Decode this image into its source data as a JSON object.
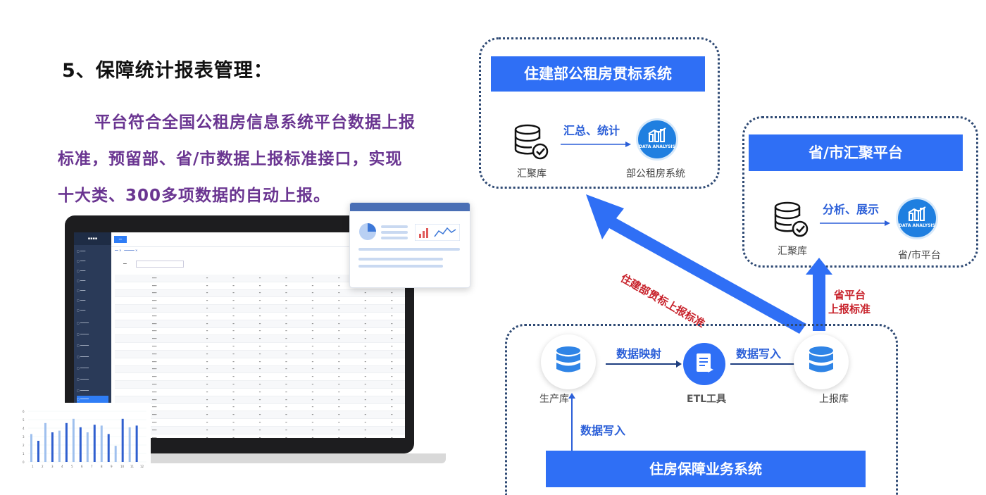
{
  "left": {
    "title": "5、保障统计报表管理：",
    "paragraph_lines": [
      "平台符合全国公租房信息系统平台数据上报",
      "标准，预留部、省/市数据上报标准接口，实现",
      "十大类、300多项数据的自动上报。"
    ]
  },
  "diagram": {
    "top_system": "住建部公租房贯标系统",
    "top_arrow_label": "汇总、统计",
    "top_db_label": "汇聚库",
    "top_target_label": "部公租房系统",
    "right_system": "省/市汇聚平台",
    "right_arrow_label": "分析、展示",
    "right_db_label": "汇聚库",
    "right_target_label": "省/市平台",
    "diag_arrow_label": "住建部贯标上报标准",
    "up_arrow_label_1": "省平台",
    "up_arrow_label_2": "上报标准",
    "prod_db_label": "生产库",
    "map_label": "数据映射",
    "etl_label": "ETL工具",
    "write_label": "数据写入",
    "report_db_label": "上报库",
    "write_label_2": "数据写入",
    "bottom_system": "住房保障业务系统",
    "badge_text": "DATA ANALYSIS"
  },
  "colors": {
    "accent_blue": "#2f6ff5",
    "purple_text": "#6a3591",
    "red_text": "#c8232c",
    "dotted_border": "#2f4a74"
  },
  "mini_chart": {
    "type": "bar",
    "categories": [
      "1",
      "2",
      "3",
      "4",
      "5",
      "6",
      "7",
      "8",
      "9",
      "10",
      "11",
      "12"
    ],
    "series": [
      {
        "values": [
          3.3,
          4.6,
          3.7,
          5.1,
          3.5,
          4.3,
          1.9,
          4.1
        ]
      },
      {
        "values": [
          2.5,
          3.5,
          4.6,
          4.1,
          4.4,
          3.3,
          5.1,
          4.3
        ]
      }
    ],
    "ylim": [
      0,
      6
    ]
  }
}
